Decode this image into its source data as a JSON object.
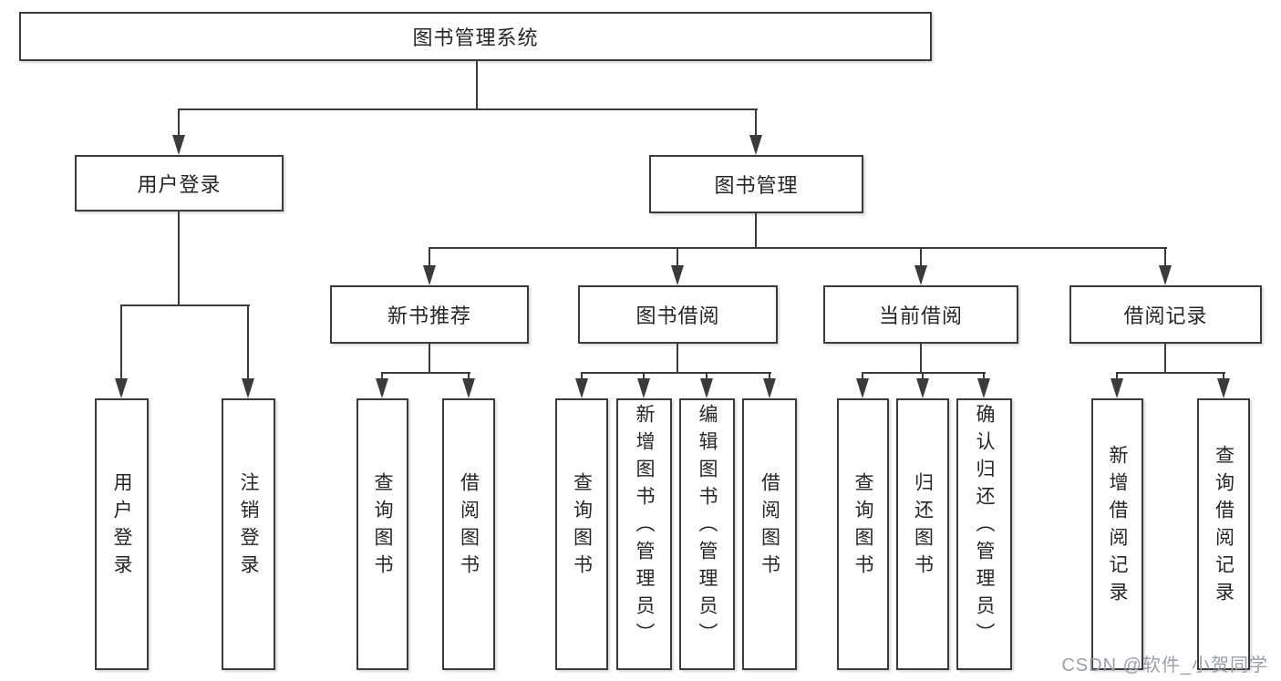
{
  "diagram": {
    "title": "图书管理系统",
    "type": "hierarchy-tree",
    "colors": {
      "line": "#3b3b3b",
      "node_border": "#3b3b3b",
      "node_fill": "#ffffff",
      "text": "#262626",
      "watermark": "#9aa0a6",
      "background": "#ffffff"
    },
    "watermark": "CSDN @软件_小贺同学",
    "tree": {
      "label": "图书管理系统",
      "children": [
        {
          "label": "用户登录",
          "children": [
            {
              "label": "用户登录"
            },
            {
              "label": "注销登录"
            }
          ]
        },
        {
          "label": "图书管理",
          "children": [
            {
              "label": "新书推荐",
              "children": [
                {
                  "label": "查询图书"
                },
                {
                  "label": "借阅图书"
                }
              ]
            },
            {
              "label": "图书借阅",
              "children": [
                {
                  "label": "查询图书"
                },
                {
                  "label": "新增图书（管理员）"
                },
                {
                  "label": "编辑图书（管理员）"
                },
                {
                  "label": "借阅图书"
                }
              ]
            },
            {
              "label": "当前借阅",
              "children": [
                {
                  "label": "查询图书"
                },
                {
                  "label": "归还图书"
                },
                {
                  "label": "确认归还（管理员）"
                }
              ]
            },
            {
              "label": "借阅记录",
              "children": [
                {
                  "label": "新增借阅记录"
                },
                {
                  "label": "查询借阅记录"
                }
              ]
            }
          ]
        }
      ]
    }
  }
}
